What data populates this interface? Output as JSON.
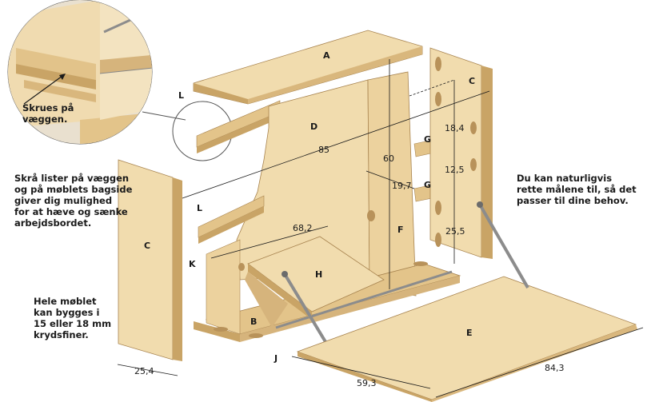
{
  "parts": {
    "A": "A",
    "B": "B",
    "C_left": "C",
    "C_right": "C",
    "D": "D",
    "E": "E",
    "F": "F",
    "G_top": "G",
    "G_bottom": "G",
    "H": "H",
    "J": "J",
    "K": "K",
    "L_top": "L",
    "L_bottom": "L"
  },
  "dimensions": {
    "width_85": "85",
    "height_60": "60",
    "d_19_7": "19,7",
    "d_18_4": "18,4",
    "d_12_5": "12,5",
    "d_25_5": "25,5",
    "d_68_2": "68,2",
    "d_25_4": "25,4",
    "d_59_3": "59,3",
    "d_84_3": "84,3"
  },
  "notes": {
    "inset": "Skrues på\nvæggen.",
    "left_top": "Skrå lister på væggen\nog på møblets bagside\ngiver dig mulighed\nfor at hæve og sænke\narbejdsbordet.",
    "left_bottom": "Hele møblet\nkan bygges i\n15 eller 18 mm\nkrydsfiner.",
    "right": "Du kan naturligvis\nrette målene til, så det\npasser til dine behov."
  },
  "colors": {
    "wood_light": "#f1dcae",
    "wood_mid": "#e3c48a",
    "wood_dark": "#c9a466",
    "edge": "#a88450",
    "metal": "#8c8c8c"
  }
}
